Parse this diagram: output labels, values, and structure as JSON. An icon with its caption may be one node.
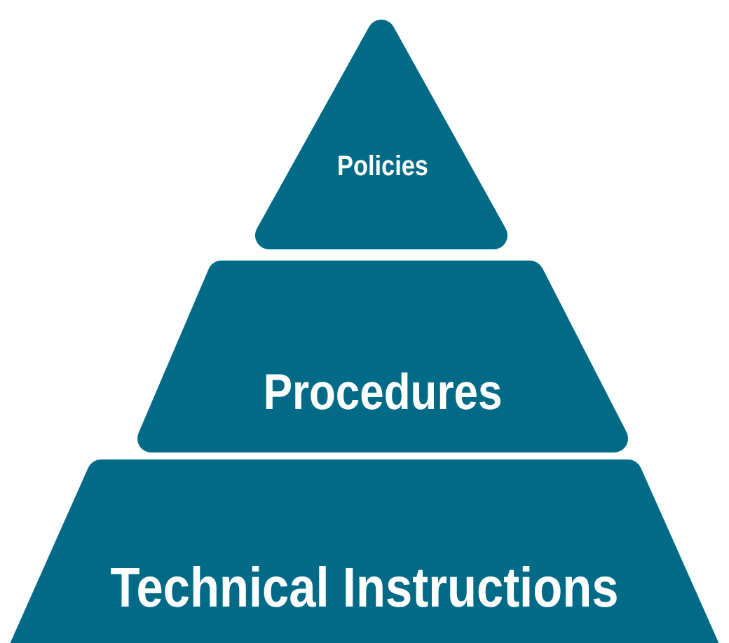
{
  "diagram": {
    "nodes": [
      {
        "text": [
          "Policies"
        ]
      },
      {
        "text": [
          "Procedures"
        ]
      },
      {
        "text": [
          "Technical Instructions"
        ]
      }
    ]
  }
}
